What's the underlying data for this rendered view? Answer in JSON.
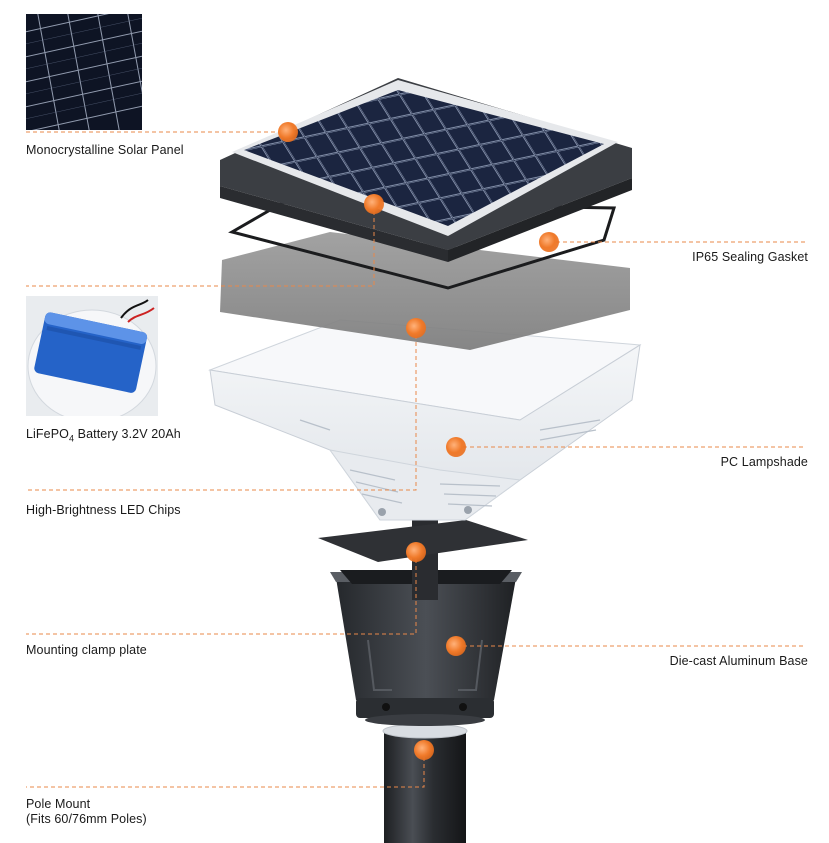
{
  "labels": {
    "solar_panel": "Monocrystalline Solar Panel",
    "gasket": "IP65 Sealing Gasket",
    "battery_prefix": "LiFePO",
    "battery_sub": "4",
    "battery_suffix": " Battery 3.2V 20Ah",
    "lampshade": "PC Lampshade",
    "led_chips": "High-Brightness LED Chips",
    "clamp_plate": "Mounting clamp plate",
    "base": "Die-cast Aluminum Base",
    "pole_line1": "Pole Mount",
    "pole_line2": "(Fits 60/76mm Poles)"
  },
  "colors": {
    "accent": "#f07a2a",
    "leader": "#e8884a",
    "housing": "#3a3d42",
    "panel": "#1c2740"
  },
  "icons": {
    "marker": "orange-dot-marker"
  }
}
